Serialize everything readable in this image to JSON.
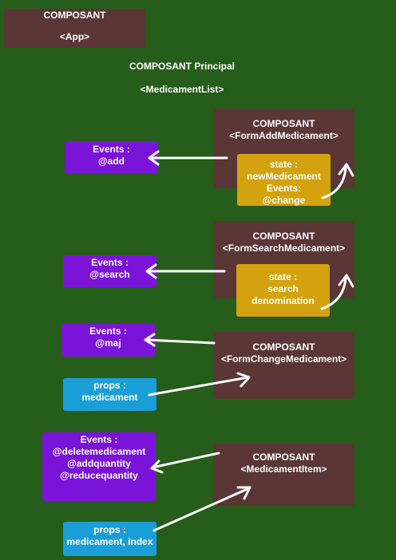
{
  "root": {
    "line1": "COMPOSANT",
    "line2": "<App>"
  },
  "principal": {
    "line1": "COMPOSANT Principal",
    "line2": "<MedicamentList>"
  },
  "form_add": {
    "line1": "COMPOSANT",
    "line2": "<FormAddMedicament>"
  },
  "form_add_state": {
    "line1": "state :",
    "line2": "newMedicament",
    "line3": "Events:",
    "line4": "@change"
  },
  "event_add": {
    "line1": "Events :",
    "line2": "@add"
  },
  "form_search": {
    "line1": "COMPOSANT",
    "line2": "<FormSearchMedicament>"
  },
  "form_search_state": {
    "line1": "state :",
    "line2": "search",
    "line3": "denomination"
  },
  "event_search": {
    "line1": "Events :",
    "line2": "@search"
  },
  "form_change": {
    "line1": "COMPOSANT",
    "line2": "<FormChangeMedicament>"
  },
  "event_maj": {
    "line1": "Events :",
    "line2": "@maj"
  },
  "props_change": {
    "line1": "props :",
    "line2": "medicament"
  },
  "item": {
    "line1": "COMPOSANT",
    "line2": "<MedicamentItem>"
  },
  "event_item": {
    "line1": "Events :",
    "line2": "@deletemedicament",
    "line3": "@addquantity",
    "line4": "@reducequantity"
  },
  "props_item": {
    "line1": "props :",
    "line2": "medicament, index"
  }
}
